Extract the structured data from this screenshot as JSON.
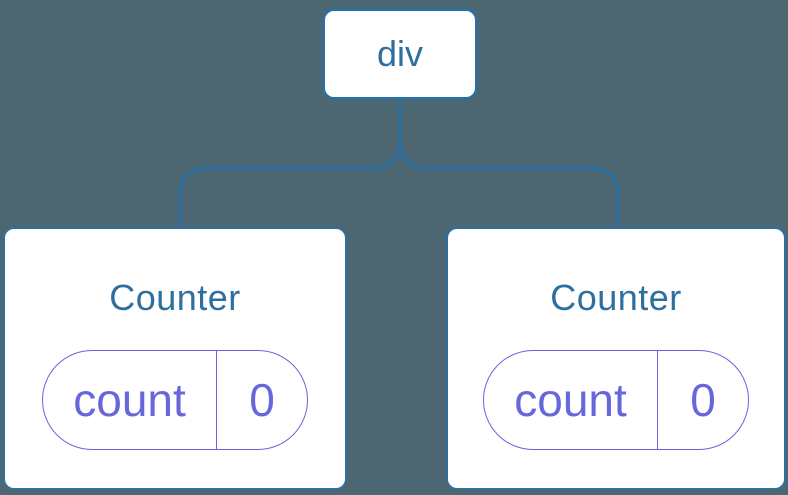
{
  "diagram": {
    "root": {
      "label": "div"
    },
    "children": [
      {
        "title": "Counter",
        "state": {
          "key": "count",
          "value": "0"
        }
      },
      {
        "title": "Counter",
        "state": {
          "key": "count",
          "value": "0"
        }
      }
    ]
  },
  "colors": {
    "background": "#4C6772",
    "blue": "#2E6F9E",
    "purple": "#6767DB",
    "node-bg": "#FFFFFF"
  }
}
